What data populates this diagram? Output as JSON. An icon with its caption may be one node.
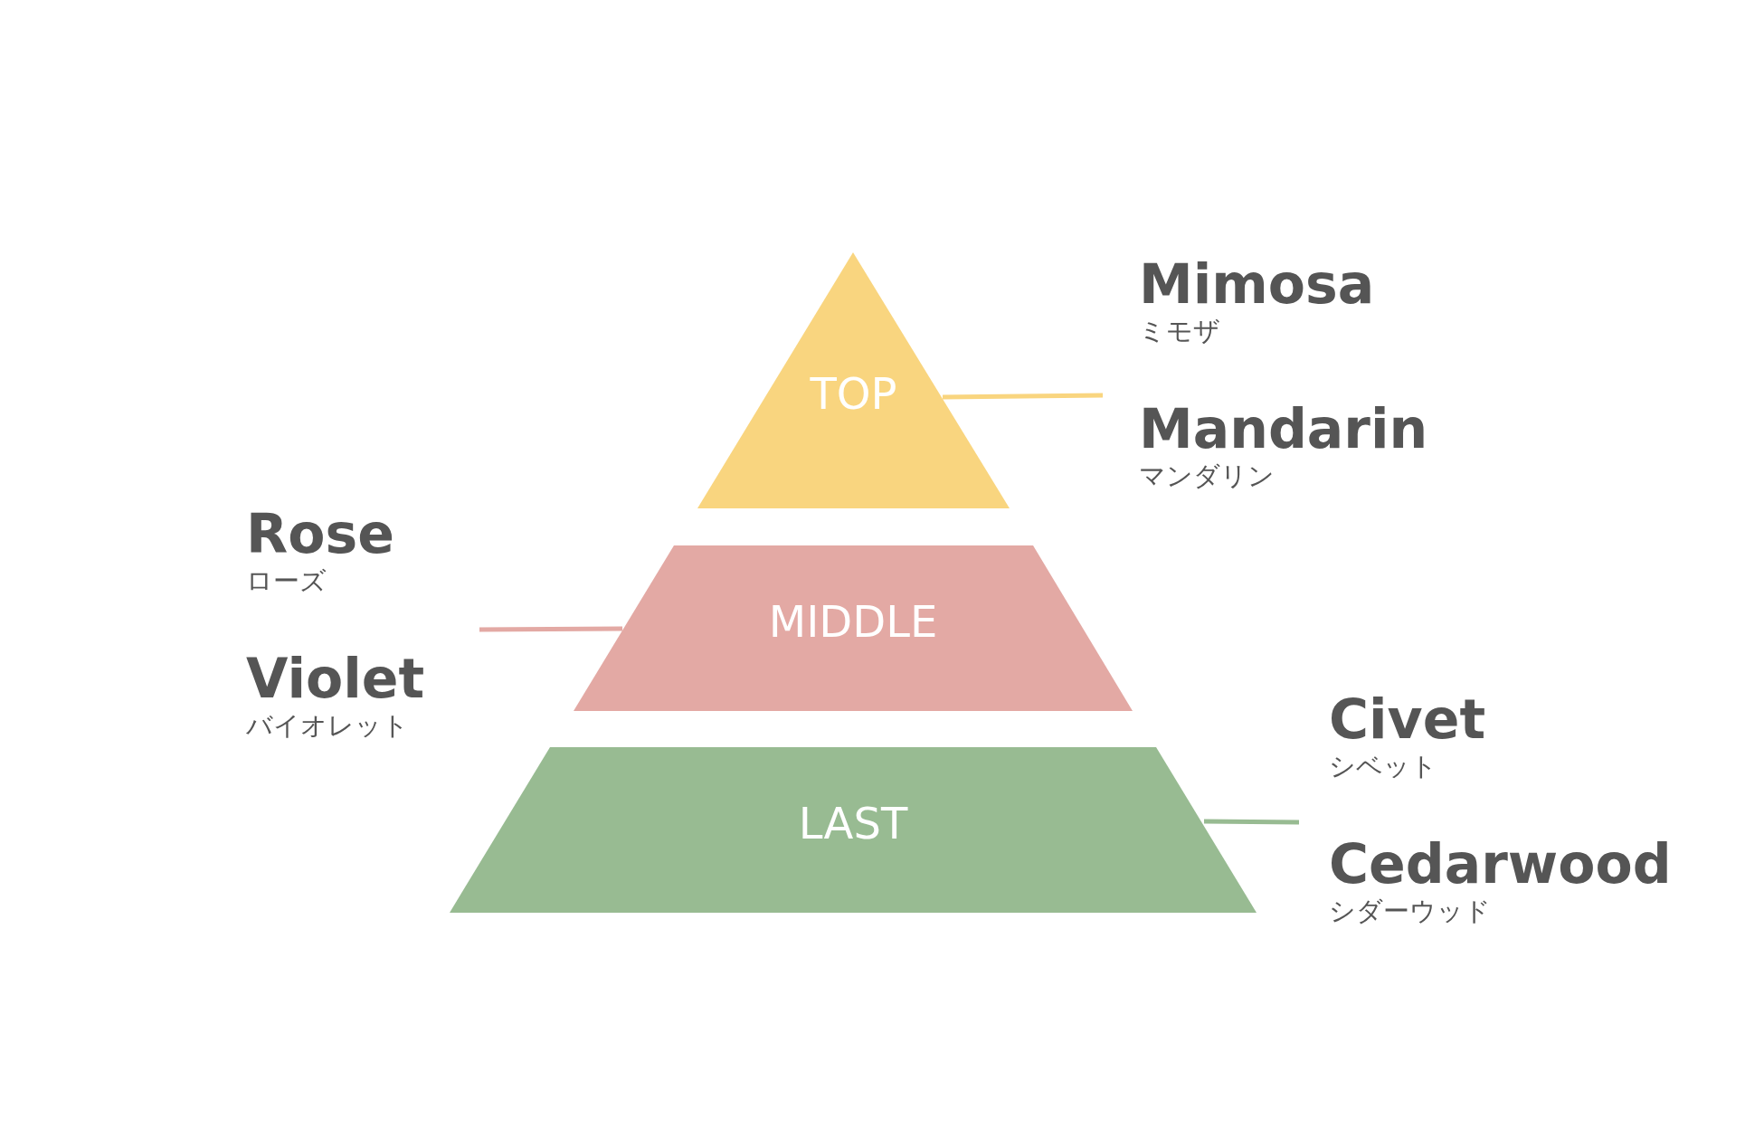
{
  "diagram": {
    "nodes": [
      {
        "text": [
          "TOP"
        ]
      },
      {
        "text": [
          "MIDDLE"
        ]
      },
      {
        "text": [
          "LAST"
        ]
      },
      {
        "text": [
          "Mimosa",
          "ミモザ",
          "Mandarin",
          "マンダリン"
        ]
      },
      {
        "text": [
          "Rose",
          "ローズ",
          "Violet",
          "バイオレット"
        ]
      },
      {
        "text": [
          "Civet",
          "シベット",
          "Cedarwood",
          "シダーウッド"
        ]
      }
    ],
    "edges": [
      {
        "from": 3,
        "to": 0,
        "arrow": "none",
        "color": "#f9d57f"
      },
      {
        "from": 4,
        "to": 1,
        "arrow": "none",
        "color": "#e3a9a4"
      },
      {
        "from": 5,
        "to": 2,
        "arrow": "none",
        "color": "#98bb92"
      }
    ]
  }
}
